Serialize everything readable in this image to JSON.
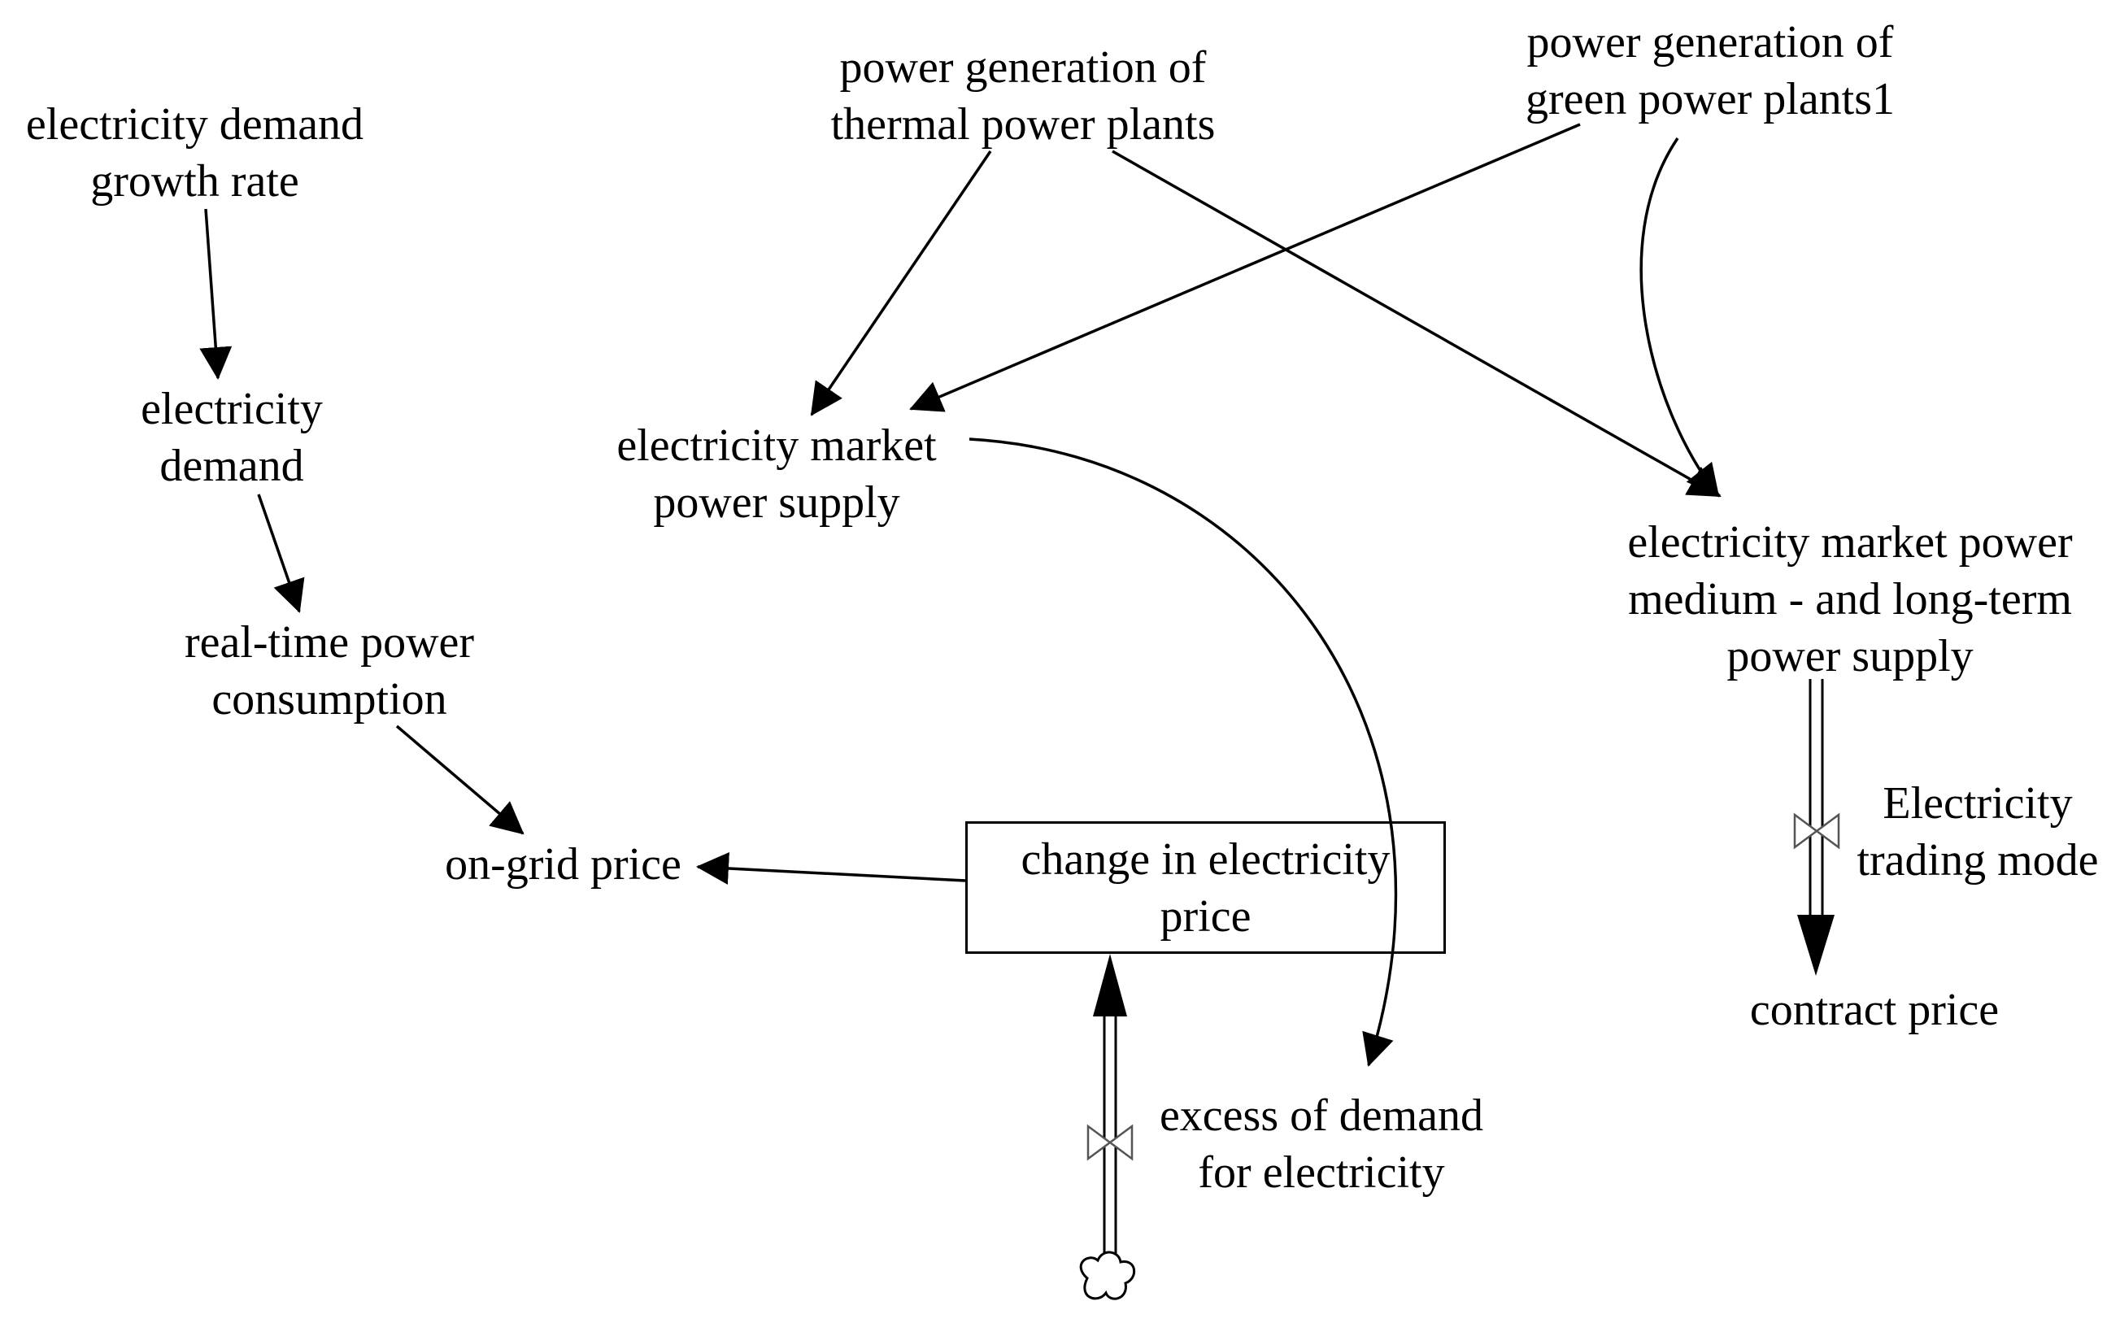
{
  "diagram": {
    "nodes": {
      "demand_growth_rate": [
        "electricity demand",
        "growth rate"
      ],
      "electricity_demand": [
        "electricity",
        "demand"
      ],
      "realtime_consumption": [
        "real-time power",
        "consumption"
      ],
      "on_grid_price": [
        "on-grid price"
      ],
      "thermal_generation": [
        "power generation of",
        "thermal power plants"
      ],
      "green_generation": [
        "power generation of",
        "green power plants1"
      ],
      "market_supply": [
        "electricity market",
        "power supply"
      ],
      "medium_long_supply": [
        "electricity market power",
        "medium - and long-term",
        "power supply"
      ],
      "price_change": [
        "change in electricity",
        "price"
      ],
      "excess_demand": [
        "excess of demand",
        "for electricity"
      ],
      "trading_mode": [
        "Electricity",
        "trading mode"
      ],
      "contract_price": [
        "contract price"
      ]
    },
    "stroke_color": "#000000",
    "background_color": "#ffffff"
  }
}
